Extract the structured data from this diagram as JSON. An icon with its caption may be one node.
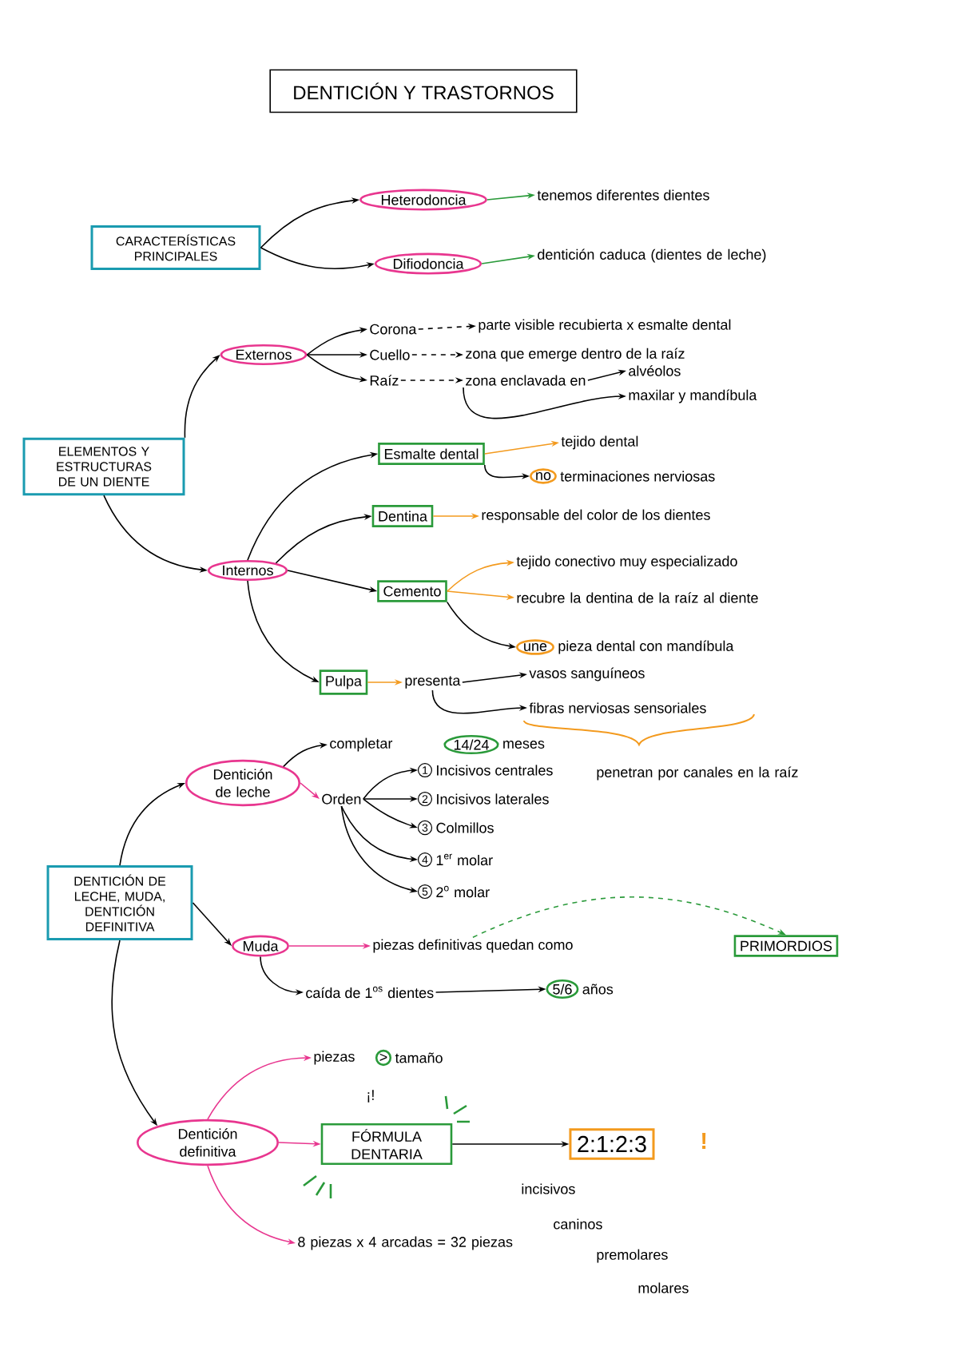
{
  "diagram": {
    "title": "DENTICIÓN Y TRASTORNOS",
    "nodes": [
      {
        "text": [
          "CARACTERÍSTICAS PRINCIPALES"
        ]
      },
      {
        "text": [
          "Heterodoncia"
        ]
      },
      {
        "text": [
          "Difiodoncia"
        ]
      },
      {
        "text": [
          "tenemos diferentes dientes"
        ]
      },
      {
        "text": [
          "dentición caduca (dientes de leche)"
        ]
      },
      {
        "text": [
          "Externos"
        ]
      },
      {
        "text": [
          "Corona"
        ]
      },
      {
        "text": [
          "Cuello"
        ]
      },
      {
        "text": [
          "Raíz"
        ]
      },
      {
        "text": [
          "parte visible recubierta x esmalte dental"
        ]
      },
      {
        "text": [
          "zona que emerge dentro de la raíz"
        ]
      },
      {
        "text": [
          "zona enclavada en"
        ]
      },
      {
        "text": [
          "alvéolos"
        ]
      },
      {
        "text": [
          "maxilar y mandíbula"
        ]
      },
      {
        "text": [
          "ELEMENTOS Y ESTRUCTURAS DE UN DIENTE"
        ]
      },
      {
        "text": [
          "Internos"
        ]
      },
      {
        "text": [
          "Esmalte dental"
        ]
      },
      {
        "text": [
          "tejido dental"
        ]
      },
      {
        "text": [
          "no"
        ],
        "beside": [
          "terminaciones nerviosas"
        ]
      },
      {
        "text": [
          "Dentina"
        ]
      },
      {
        "text": [
          "responsable del color de los dientes"
        ]
      },
      {
        "text": [
          "Cemento"
        ]
      },
      {
        "text": [
          "tejido conectivo muy especializado"
        ]
      },
      {
        "text": [
          "recubre la dentina de la raíz al diente"
        ]
      },
      {
        "text": [
          "une"
        ],
        "beside": [
          "pieza dental con mandíbula"
        ]
      },
      {
        "text": [
          "Pulpa"
        ]
      },
      {
        "text": [
          "presenta"
        ]
      },
      {
        "text": [
          "vasos sanguíneos"
        ]
      },
      {
        "text": [
          "fibras nerviosas sensoriales"
        ]
      },
      {
        "text": [
          "DENTICIÓN DE LECHE, MUDA, DENTICIÓN DEFINITIVA"
        ]
      },
      {
        "text": [
          "Dentición de leche"
        ]
      },
      {
        "text": [
          "completar"
        ]
      },
      {
        "text": [
          "14/24"
        ],
        "beside": [
          "meses"
        ]
      },
      {
        "text": [
          "Orden"
        ]
      },
      {
        "text": [
          "1"
        ],
        "beside": [
          "Incisivos centrales"
        ]
      },
      {
        "text": [
          "2"
        ],
        "beside": [
          "Incisivos laterales"
        ]
      },
      {
        "text": [
          "3"
        ],
        "beside": [
          "Colmillos"
        ]
      },
      {
        "text": [
          "4"
        ],
        "beside": [
          "1$^{er}$ molar"
        ]
      },
      {
        "text": [
          "5"
        ],
        "beside": [
          "2$^{o}$ molar"
        ]
      },
      {
        "text": [
          "Muda"
        ]
      },
      {
        "text": [
          "piezas definitivas quedan como"
        ]
      },
      {
        "text": [
          "PRIMORDIOS"
        ]
      },
      {
        "text": [
          "caída de 1$^{os}$ dientes"
        ]
      },
      {
        "text": [
          "5/6"
        ],
        "beside": [
          "años"
        ]
      },
      {
        "text": [
          "Dentición definitiva"
        ]
      },
      {
        "text": [
          "piezas"
        ]
      },
      {
        "text": [
          ">"
        ],
        "beside": [
          "tamaño"
        ]
      },
      {
        "text": [
          "FÓRMULA DENTARIA"
        ]
      },
      {
        "text": [
          "2:1:2:3"
        ]
      },
      {
        "text": [
          "8 piezas x 4 arcadas = 32 piezas"
        ]
      }
    ],
    "edges": [
      {
        "from": 0,
        "to": 1,
        "arrow": "to"
      },
      {
        "from": 0,
        "to": 2,
        "arrow": "to"
      },
      {
        "from": 1,
        "to": 3,
        "arrow": "to",
        "color": "#2a9a3a"
      },
      {
        "from": 2,
        "to": 4,
        "arrow": "to",
        "color": "#2a9a3a"
      },
      {
        "from": 14,
        "to": 5,
        "arrow": "to"
      },
      {
        "from": 5,
        "to": 6,
        "arrow": "to"
      },
      {
        "from": 5,
        "to": 7,
        "arrow": "to"
      },
      {
        "from": 5,
        "to": 8,
        "arrow": "to"
      },
      {
        "from": 6,
        "to": 9,
        "arrow": "to",
        "style": "dashed"
      },
      {
        "from": 7,
        "to": 10,
        "arrow": "to",
        "style": "dashed"
      },
      {
        "from": 8,
        "to": 11,
        "arrow": "to",
        "style": "dashed"
      },
      {
        "from": 11,
        "to": 12,
        "arrow": "to"
      },
      {
        "from": 11,
        "to": 13,
        "arrow": "to"
      },
      {
        "from": 14,
        "to": 15,
        "arrow": "to"
      },
      {
        "from": 15,
        "to": 16,
        "arrow": "to"
      },
      {
        "from": 15,
        "to": 19,
        "arrow": "to"
      },
      {
        "from": 15,
        "to": 21,
        "arrow": "to"
      },
      {
        "from": 15,
        "to": 25,
        "arrow": "to"
      },
      {
        "from": 16,
        "to": 17,
        "arrow": "to",
        "color": "#f39a1e"
      },
      {
        "from": 16,
        "to": 18,
        "arrow": "to"
      },
      {
        "from": 19,
        "to": 20,
        "arrow": "to",
        "color": "#f39a1e"
      },
      {
        "from": 21,
        "to": 22,
        "arrow": "to",
        "color": "#f39a1e"
      },
      {
        "from": 21,
        "to": 23,
        "arrow": "to",
        "color": "#f39a1e"
      },
      {
        "from": 21,
        "to": 24,
        "arrow": "to"
      },
      {
        "from": 25,
        "to": 26,
        "arrow": "to",
        "color": "#f39a1e"
      },
      {
        "from": 26,
        "to": 27,
        "arrow": "to"
      },
      {
        "from": 26,
        "to": 28,
        "arrow": "to"
      },
      {
        "from": 29,
        "to": 30,
        "arrow": "to"
      },
      {
        "from": 29,
        "to": 39,
        "arrow": "to"
      },
      {
        "from": 29,
        "to": 44,
        "arrow": "to"
      },
      {
        "from": 30,
        "to": 31,
        "arrow": "to"
      },
      {
        "from": 30,
        "to": 33,
        "arrow": "to",
        "color": "#e8368f"
      },
      {
        "from": 33,
        "to": 34,
        "arrow": "to"
      },
      {
        "from": 33,
        "to": 35,
        "arrow": "to"
      },
      {
        "from": 33,
        "to": 36,
        "arrow": "to"
      },
      {
        "from": 33,
        "to": 37,
        "arrow": "to"
      },
      {
        "from": 33,
        "to": 38,
        "arrow": "to"
      },
      {
        "from": 39,
        "to": 40,
        "arrow": "to",
        "color": "#e8368f"
      },
      {
        "from": 40,
        "to": 41,
        "arrow": "to",
        "style": "dashed",
        "color": "#2a9a3a"
      },
      {
        "from": 39,
        "to": 42,
        "arrow": "to"
      },
      {
        "from": 42,
        "to": 43,
        "arrow": "to"
      },
      {
        "from": 44,
        "to": 45,
        "arrow": "to",
        "color": "#e8368f"
      },
      {
        "from": 44,
        "to": 47,
        "arrow": "to",
        "color": "#e8368f"
      },
      {
        "from": 47,
        "to": 48,
        "arrow": "to"
      },
      {
        "from": 44,
        "to": 49,
        "arrow": "to",
        "color": "#e8368f"
      }
    ],
    "labels": [
      "penetran por canales en la raíz",
      "¡!",
      "!",
      "incisivos",
      "caninos",
      "premolares",
      "molares"
    ]
  }
}
